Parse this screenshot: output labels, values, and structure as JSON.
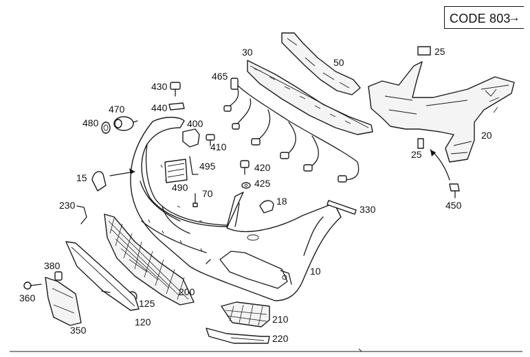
{
  "code_label": "CODE 803",
  "code_arrow": "→",
  "callouts": {
    "c30": "30",
    "c50": "50",
    "c25a": "25",
    "c465": "465",
    "c430": "430",
    "c440": "440",
    "c470": "470",
    "c480": "480",
    "c400": "400",
    "c410": "410",
    "c20": "20",
    "c25b": "25",
    "c495": "495",
    "c490": "490",
    "c420": "420",
    "c425": "425",
    "c15": "15",
    "c70": "70",
    "c18": "18",
    "c330": "330",
    "c450": "450",
    "c230": "230",
    "c380": "380",
    "c360": "360",
    "c200": "200",
    "c125": "125",
    "c120": "120",
    "c10": "10",
    "c210": "210",
    "c350": "350",
    "c220": "220"
  }
}
